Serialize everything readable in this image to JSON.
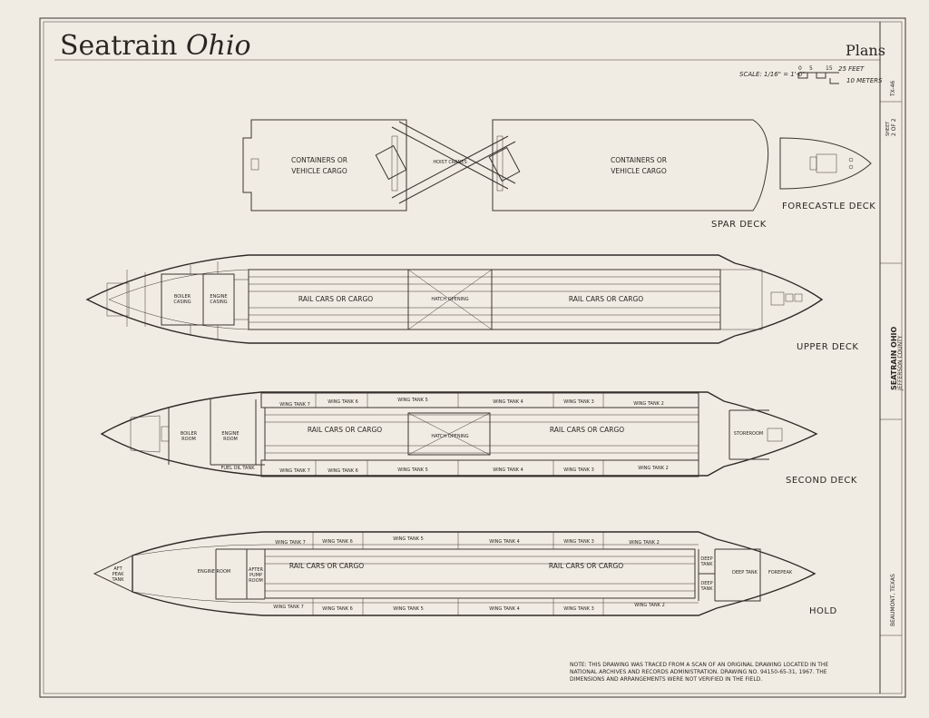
{
  "title": {
    "prefix": "Seatrain",
    "name": "Ohio"
  },
  "plans_label": "Plans",
  "scale": {
    "prefix": "SCALE: 1/16\" = 1'-0\"",
    "feet_label": "25 FEET",
    "meters_label": "10 METERS",
    "ticks": [
      "0",
      "5",
      "15"
    ]
  },
  "spar_deck": {
    "caption": "SPAR DECK",
    "aft_cargo": [
      "CONTAINERS OR",
      "VEHICLE CARGO"
    ],
    "fwd_cargo": [
      "CONTAINERS OR",
      "VEHICLE CARGO"
    ],
    "cranes": "HOIST CRANES"
  },
  "forecastle": {
    "caption": "FORECASTLE DECK"
  },
  "upper_deck": {
    "caption": "UPPER DECK",
    "boiler": [
      "BOILER",
      "CASING"
    ],
    "engine": [
      "ENGINE",
      "CASING"
    ],
    "aft_cargo": "RAIL CARS  OR CARGO",
    "fwd_cargo": "RAIL CARS  OR CARGO",
    "hatch": "HATCH OPENING"
  },
  "second_deck": {
    "caption": "SECOND DECK",
    "boiler": [
      "BOILER",
      "ROOM"
    ],
    "engine": [
      "ENGINE",
      "ROOM"
    ],
    "fuel": "FUEL OIL TANK",
    "aft_cargo": "RAIL CARS  OR CARGO",
    "fwd_cargo": "RAIL CARS  OR CARGO",
    "hatch": "HATCH OPENING",
    "storeroom": "STOREROOM",
    "wing_top": [
      "WING TANK 7",
      "WING TANK 6",
      "WING TANK 5",
      "WING TANK 4",
      "WING TANK 3",
      "WING TANK 2"
    ],
    "wing_bottom": [
      "WING TANK 7",
      "WING TANK 6",
      "WING TANK 5",
      "WING TANK 4",
      "WING TANK 3",
      "WING TANK 2"
    ]
  },
  "hold": {
    "caption": "HOLD",
    "aft_peak": [
      "AFT",
      "PEAK",
      "TANK"
    ],
    "engine": "ENGINE ROOM",
    "pump": [
      "AFTER",
      "PUMP",
      "ROOM"
    ],
    "aft_cargo": "RAIL CARS  OR CARGO",
    "fwd_cargo": "RAIL CARS  OR CARGO",
    "deep_small": [
      "DEEP",
      "TANK"
    ],
    "deep_small2": [
      "DEEP",
      "TANK"
    ],
    "deep": "DEEP TANK",
    "forepeak": "FOREPEAK",
    "wing_top": [
      "WING TANK 7",
      "WING TANK 6",
      "WING TANK 5",
      "WING TANK 4",
      "WING TANK 3",
      "WING TANK 2"
    ],
    "wing_bottom": [
      "WING TANK 7",
      "WING TANK 6",
      "WING TANK 5",
      "WING TANK 4",
      "WING TANK 3",
      "WING TANK 2"
    ]
  },
  "note": [
    "NOTE: THIS DRAWING WAS TRACED FROM A SCAN OF AN ORIGINAL DRAWING LOCATED IN THE",
    "NATIONAL ARCHIVES AND RECORDS ADMINISTRATION. DRAWING NO. 94150-65-31, 1967.  THE",
    "DIMENSIONS AND ARRANGEMENTS WERE NOT VERIFIED IN THE FIELD."
  ],
  "title_block": {
    "ship": "SEATRAIN OHIO",
    "county": "JEFFERSON COUNTY",
    "state": "BEAUMONT, TEXAS",
    "survey": "TX-46",
    "sheet_label": "SHEET",
    "sheet": "2 OF 2"
  }
}
